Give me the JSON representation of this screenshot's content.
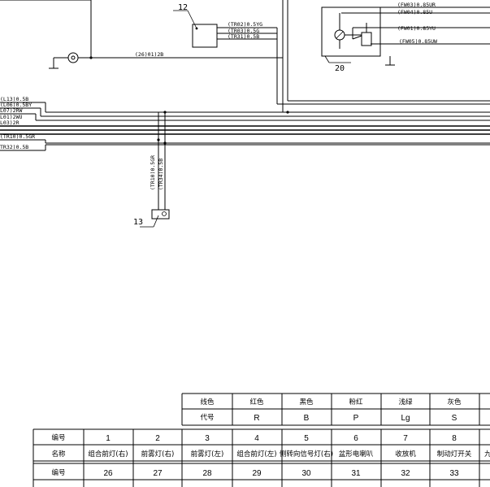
{
  "components": {
    "c12": "12",
    "c13": "13",
    "c20": "20"
  },
  "wires": {
    "w_tr02": "(TR02)0.5YG",
    "w_tr03": "(TR03)0.5G",
    "w_tr31": "(TR31)0.5B",
    "w_fw03": "(FW03)0.85UR",
    "w_fw04": "(FW04)0.85U",
    "w_fw01": "(FW01)0.85YU",
    "w_fw05": "(FW05)0.85UW",
    "w_26": "(26)01)2B",
    "w_l13": "(L13)0.5B",
    "w_l06": "(L06)0.5BY",
    "w_l07": "L07)2RW",
    "w_l01": "L01)2WU",
    "w_l03": "L03)2R",
    "w_tr10": "(TR10)0.5GR",
    "w_tr32": "TR32)0.5B",
    "w_v1": "(TR10)0.5GR",
    "w_v2": "(TR34)0.5B"
  },
  "color_table": {
    "header1": "线色",
    "header2": "代号",
    "colors": [
      {
        "name": "红色",
        "code": "R"
      },
      {
        "name": "黑色",
        "code": "B"
      },
      {
        "name": "粉红",
        "code": "P"
      },
      {
        "name": "浅绿",
        "code": "Lg"
      },
      {
        "name": "灰色",
        "code": "S"
      }
    ]
  },
  "legend_table": {
    "row_label_num": "编号",
    "row_label_name": "名称",
    "nums1": [
      "1",
      "2",
      "3",
      "4",
      "5",
      "6",
      "7",
      "8"
    ],
    "names1": [
      "组合前灯(右)",
      "前雾灯(右)",
      "前雾灯(左)",
      "组合前灯(左)",
      "侧转向信号灯(右)",
      "盆形电喇叭",
      "收放机",
      "制动灯开关"
    ],
    "names1_overflow": "九",
    "nums2": [
      "26",
      "27",
      "28",
      "29",
      "30",
      "31",
      "32",
      "33"
    ]
  }
}
